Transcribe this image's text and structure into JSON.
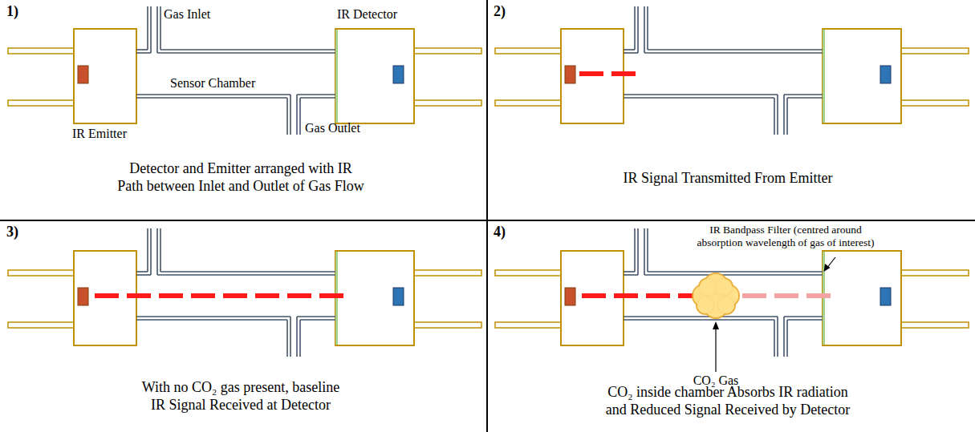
{
  "diagram": {
    "labels": [
      "1)",
      "Gas Inlet",
      "IR Detector",
      "IR Emitter",
      "Sensor Chamber",
      "Gas Outlet",
      "Detector and Emitter arranged with IR Path between Inlet and Outlet of Gas Flow",
      "2)",
      "IR Signal Transmitted From Emitter",
      "3)",
      "With no CO₂ gas present, baseline IR Signal Received at Detector",
      "4)",
      "IR Bandpass Filter (centred around absorption wavelength of gas of interest)",
      "CO₂ Gas",
      "CO₂ inside chamber Absorbs IR radiation and Reduced Signal Received by Detector"
    ]
  }
}
